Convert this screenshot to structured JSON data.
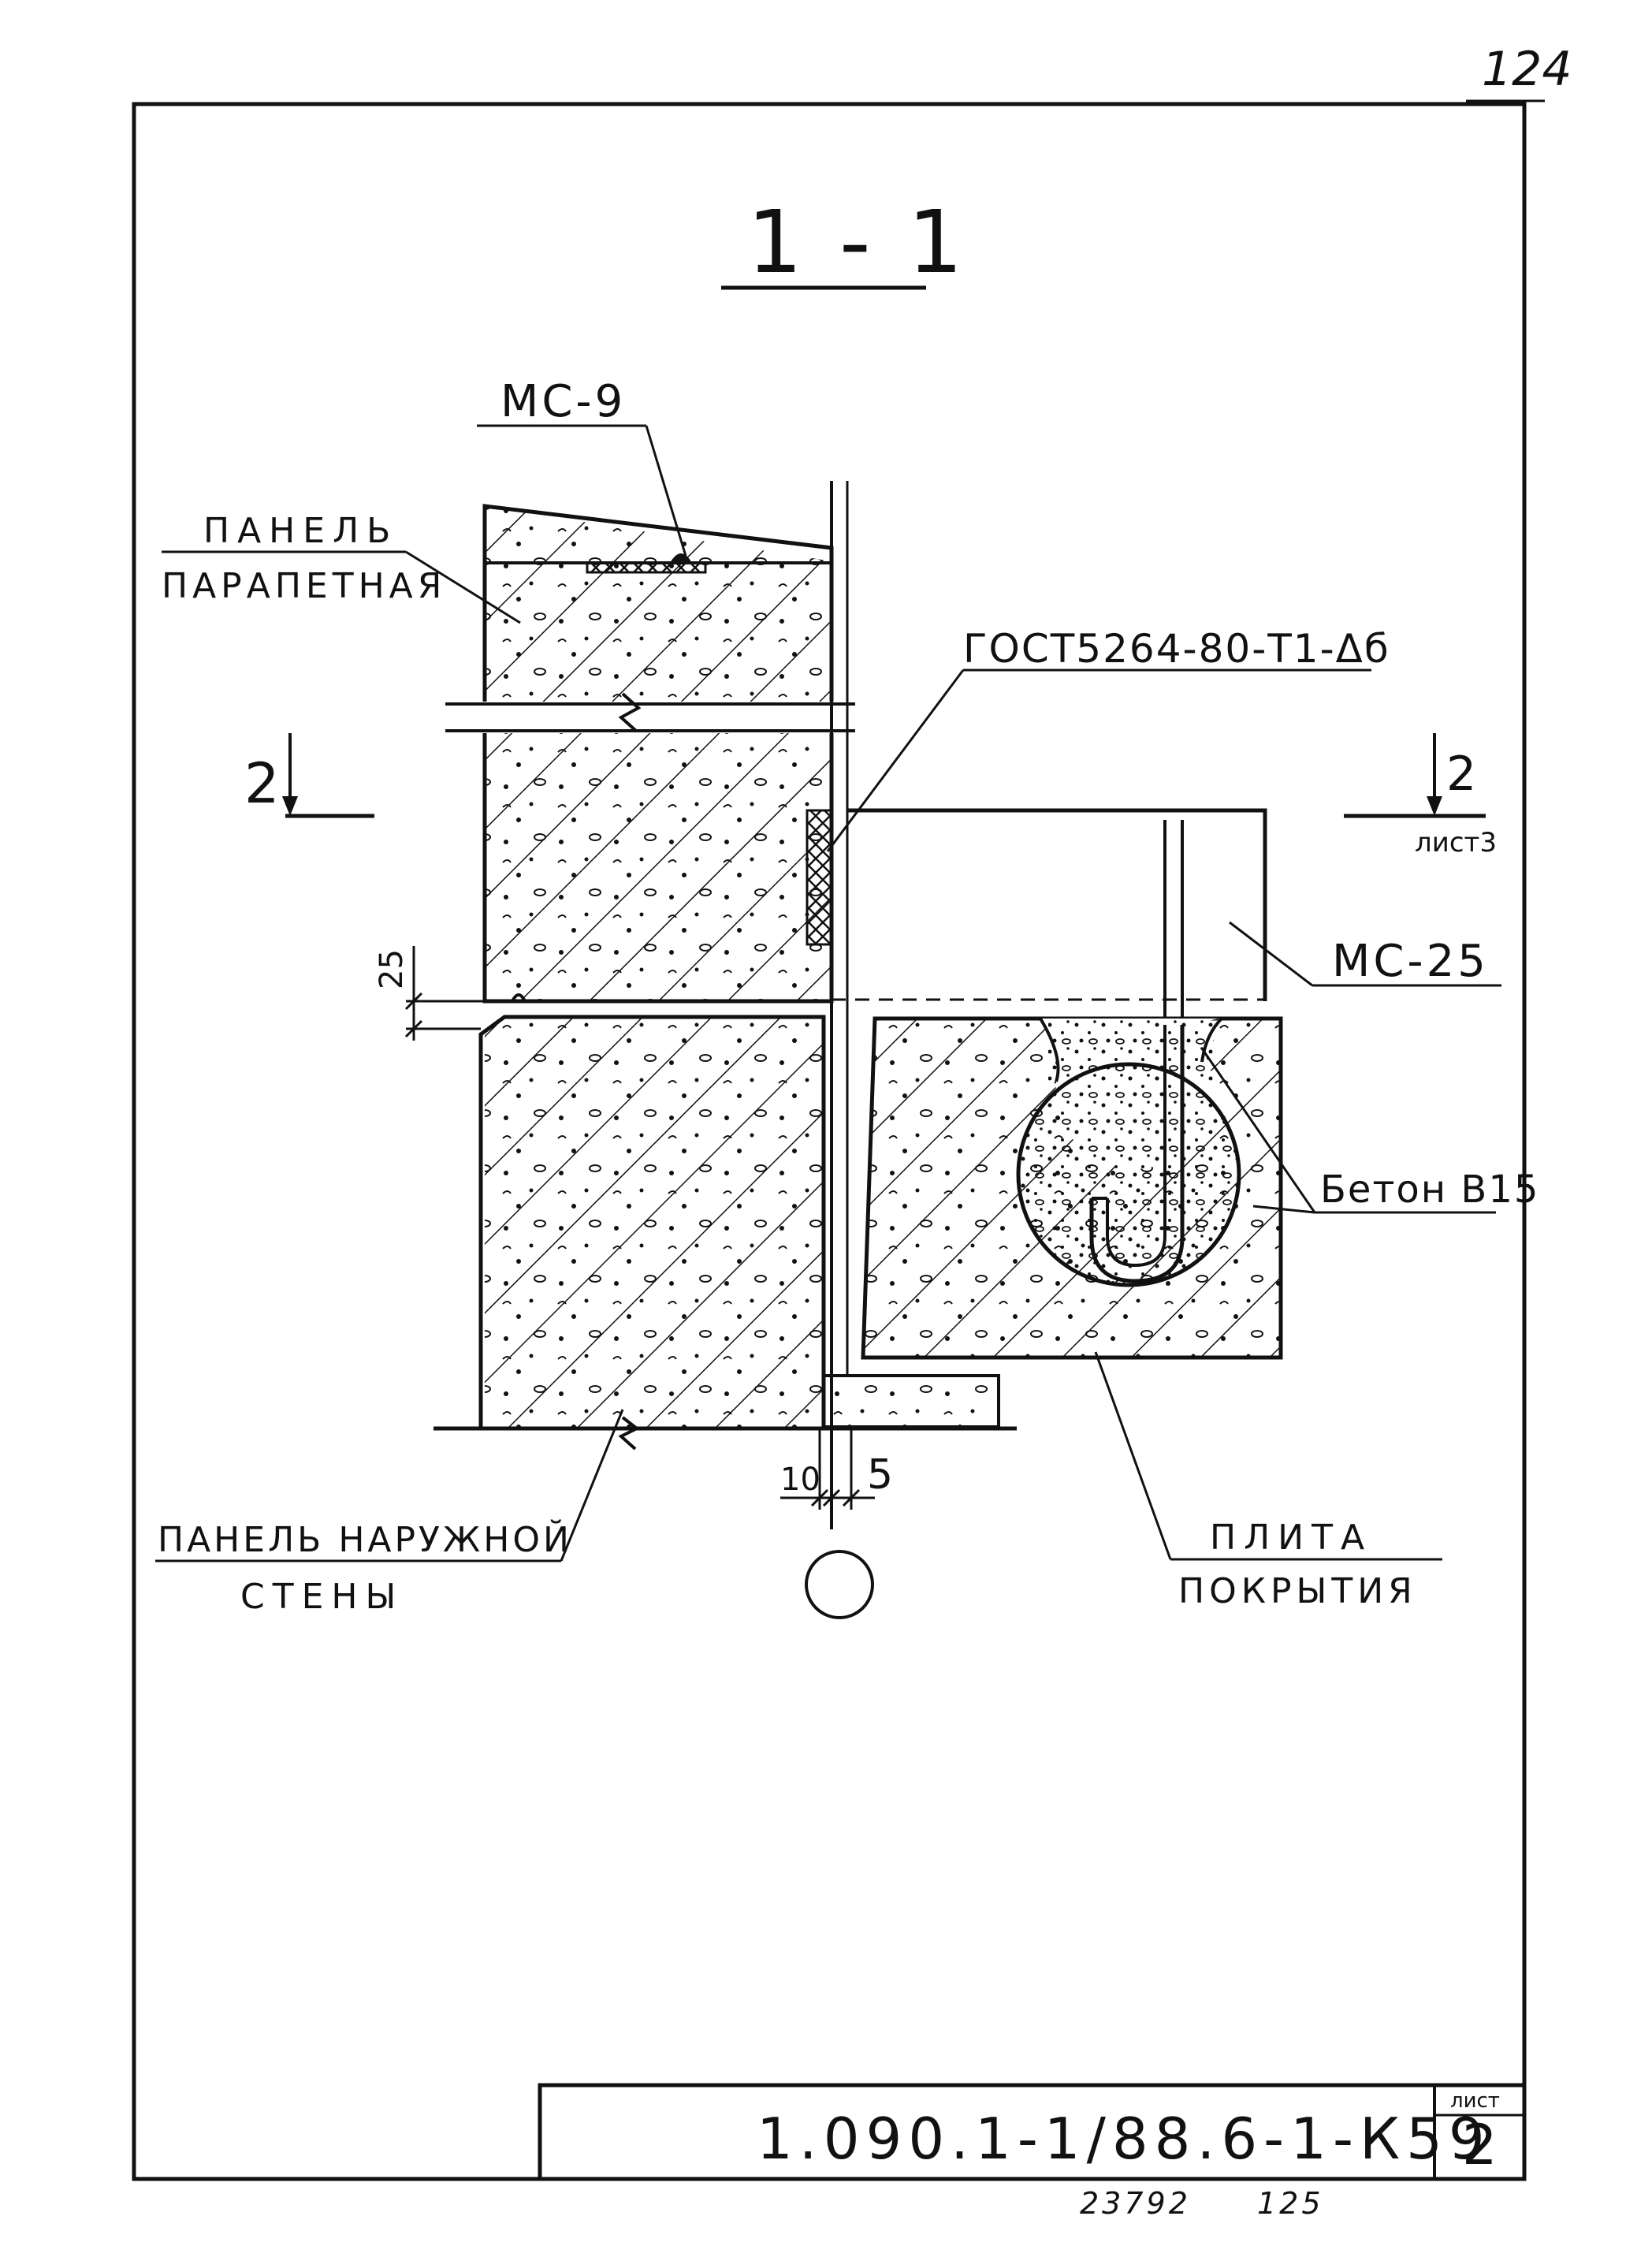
{
  "page_number": "124",
  "section_title": "1 - 1",
  "labels": {
    "mc9": "МС-9",
    "parapet_panel_line1": "ПАНЕЛЬ",
    "parapet_panel_line2": "ПАРАПЕТНАЯ",
    "gost": "ГОСТ5264-80-Т1-Δб",
    "section_mark_left": "2",
    "section_mark_right": "2",
    "sheet_ref": "лист3",
    "mc25": "МС-25",
    "dim_25": "25",
    "concrete": "Бетон В15",
    "dim_10": "10",
    "dim_5": "5",
    "wall_panel_line1": "ПАНЕЛЬ НАРУЖНОЙ",
    "wall_panel_line2": "СТЕНЫ",
    "slab_line1": "ПЛИТА",
    "slab_line2": "ПОКРЫТИЯ"
  },
  "title_block": {
    "sheet_header": "лист",
    "document_code": "1.090.1-1/88.6-1-К59",
    "sheet_number": "2"
  },
  "footer": {
    "inventory_number": "23792",
    "page_ref": "125"
  }
}
